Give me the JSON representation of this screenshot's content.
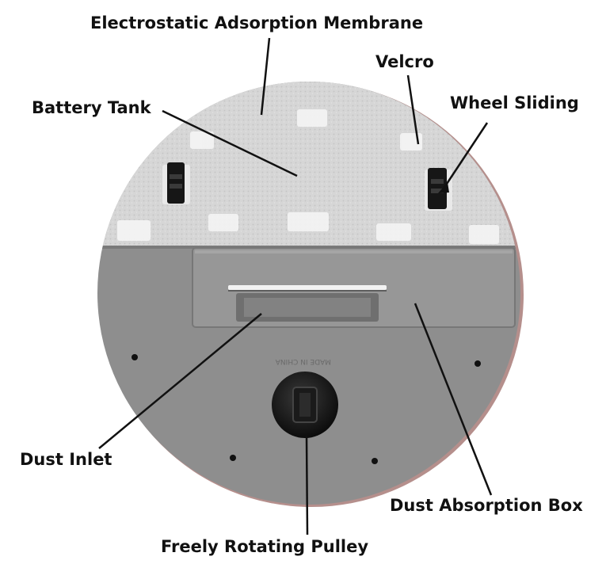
{
  "callouts": {
    "membrane": "Electrostatic Adsorption Membrane",
    "velcro": "Velcro",
    "battery": "Battery Tank",
    "wheel": "Wheel Sliding",
    "inlet": "Dust Inlet",
    "dustbox": "Dust Absorption Box",
    "pulley": "Freely Rotating Pulley"
  },
  "device": {
    "imprint": "MADE IN CHINA",
    "colors": {
      "felt": "#d6d6d6",
      "body": "#8e8e8e",
      "rim": "#b58f8c",
      "velcro": "#f1f1f1"
    }
  }
}
